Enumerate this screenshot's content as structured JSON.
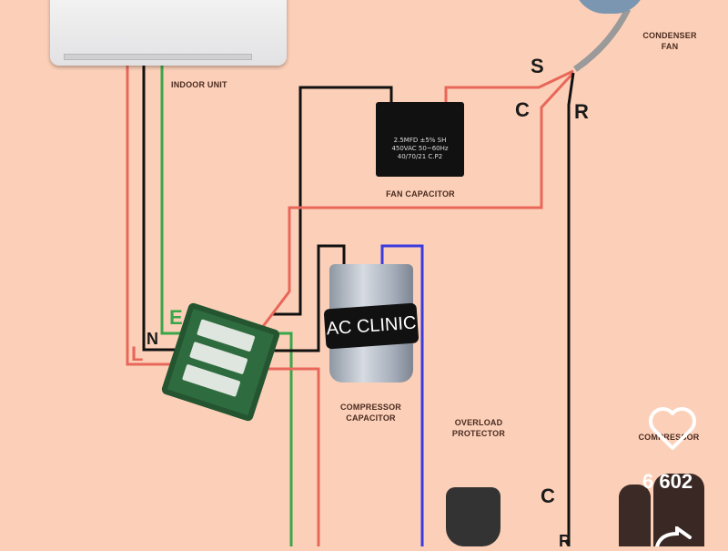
{
  "diagram": {
    "title": "AC outdoor/indoor wiring diagram",
    "watermark": "AC CLINIC",
    "components": {
      "indoor_unit": "INDOOR UNIT",
      "condenser_fan": [
        "CONDENSER",
        "FAN"
      ],
      "fan_capacitor": {
        "label": "FAN CAPACITOR",
        "specs": [
          "2.5MFD  ±5% SH",
          "450VAC 50~60Hz",
          "40/70/21 C.P2"
        ]
      },
      "compressor_capacitor": [
        "COMPRESSOR",
        "CAPACITOR"
      ],
      "overload_protector": [
        "OVERLOAD",
        "PROTECTOR"
      ],
      "compressor": "COMPRESSOR"
    },
    "terminals": {
      "fan_S": "S",
      "fan_C": "C",
      "fan_R": "R",
      "earth": "E",
      "neutral": "N",
      "line": "L",
      "comp_C": "C",
      "comp_R": "R"
    },
    "wire_colors": {
      "line": "#e8675a",
      "neutral": "#111111",
      "earth": "#3aa64a",
      "blue": "#3a3adf"
    }
  },
  "overlay": {
    "like_icon": "heart-icon",
    "like_count": "6 602",
    "share_icon": "share-arrow-icon"
  }
}
